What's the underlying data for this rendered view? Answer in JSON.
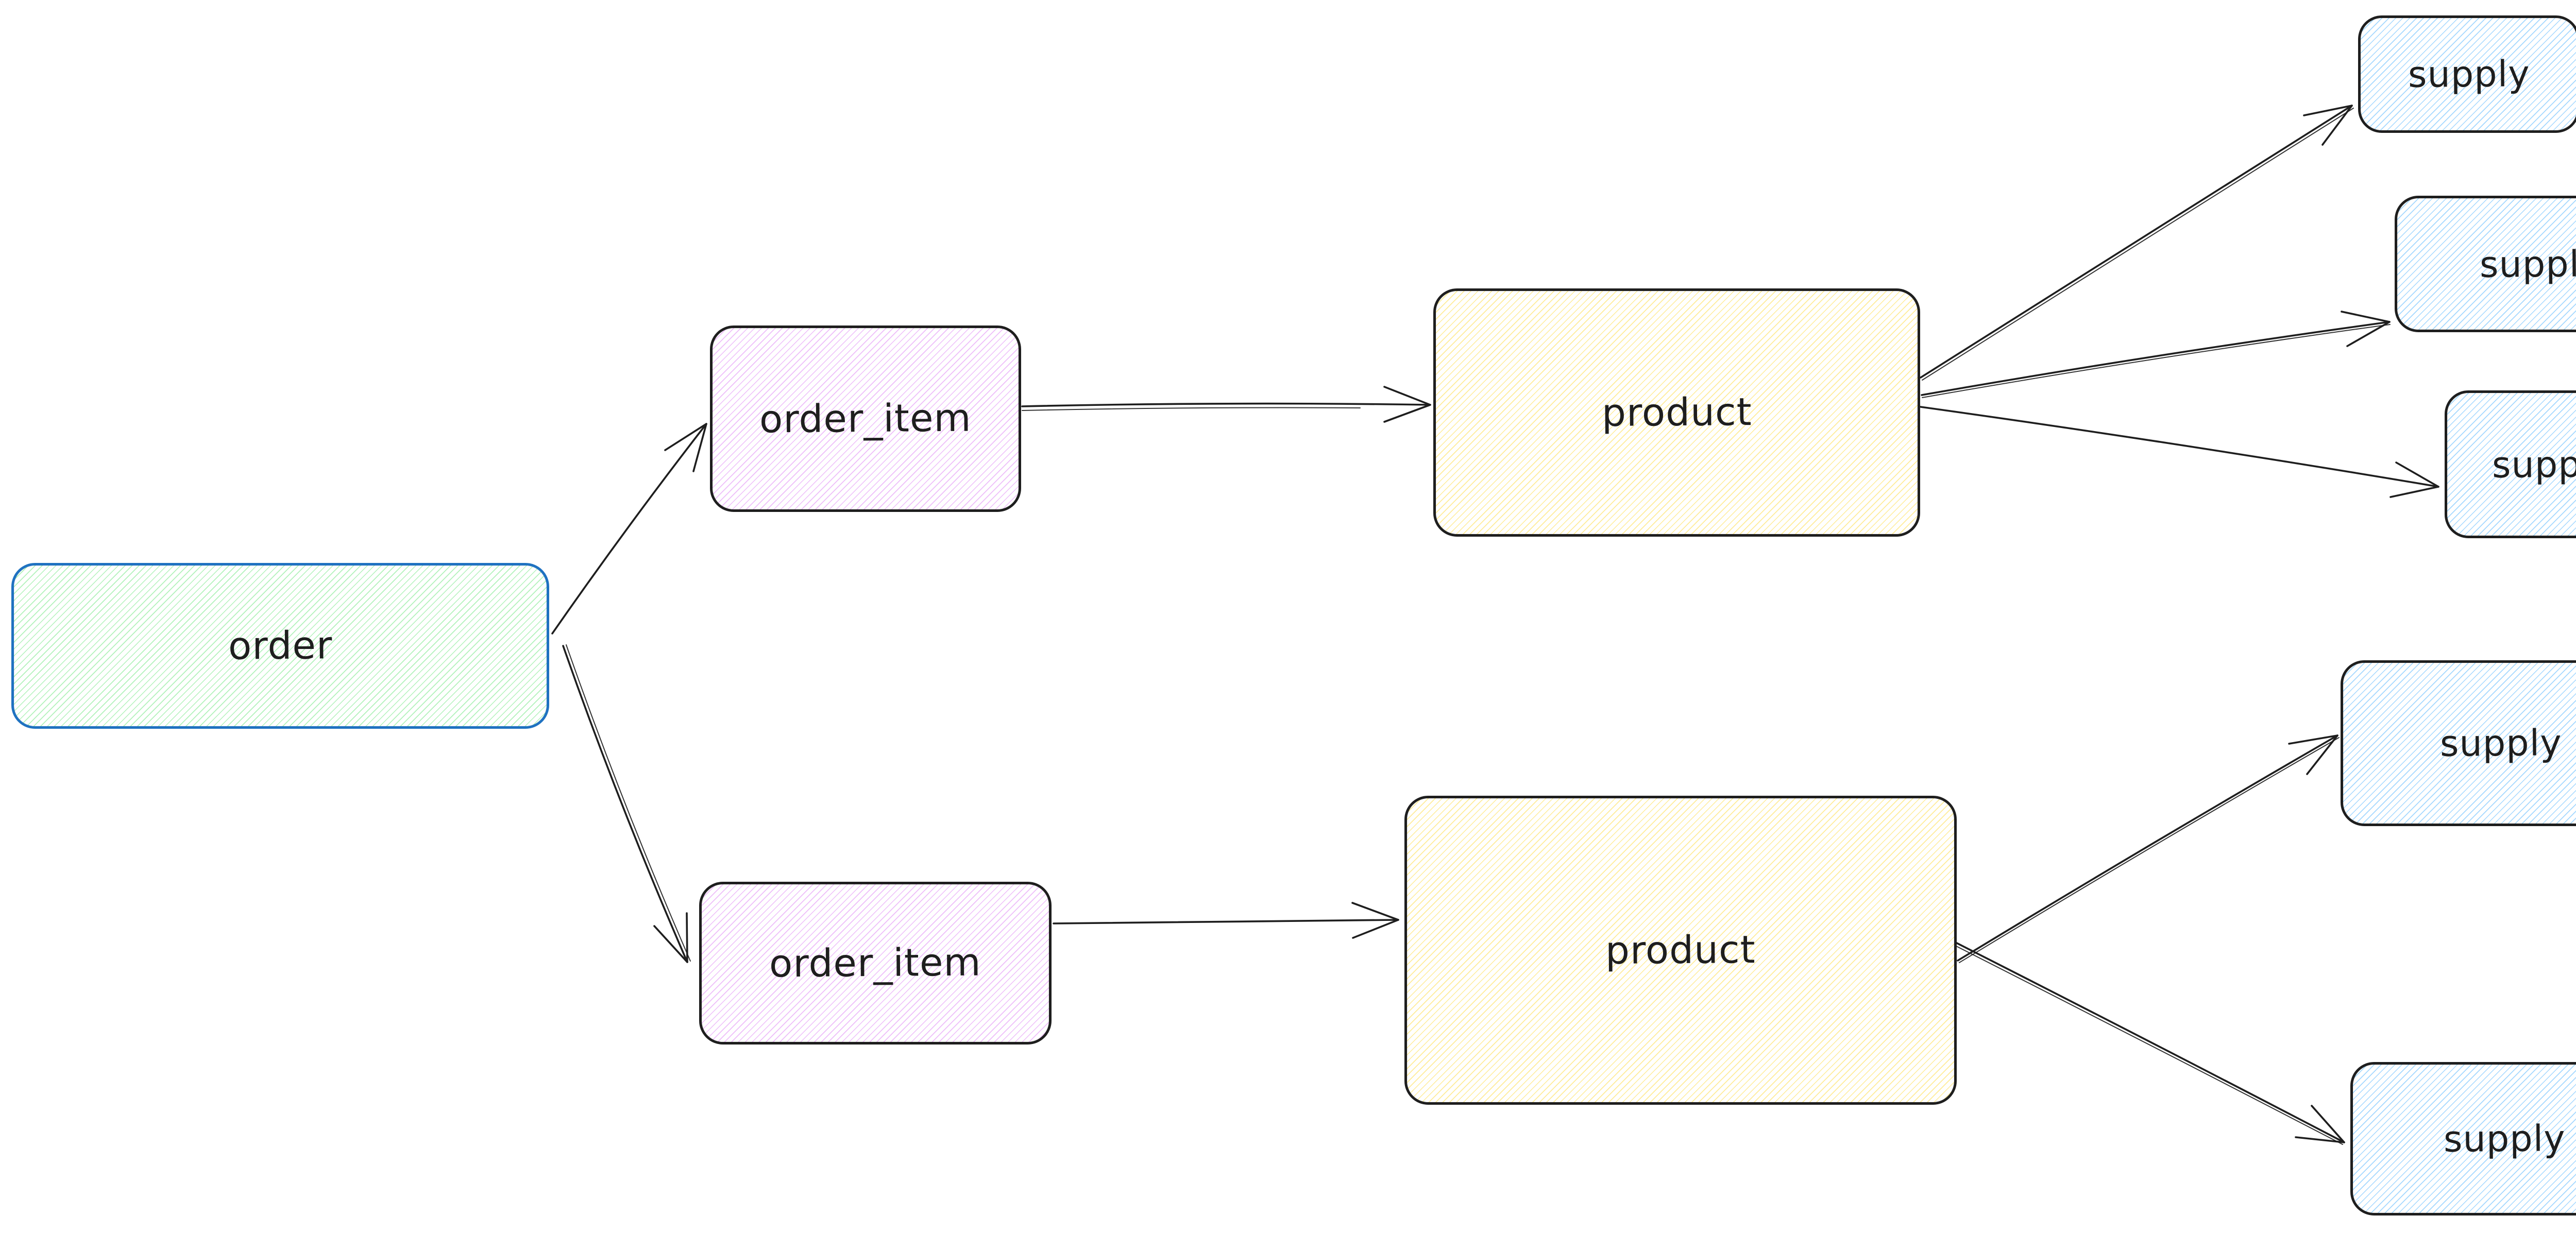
{
  "diagram": {
    "background": "#ffffff",
    "edge_color": "#1e1e1e",
    "text_color": "#1e1e1e",
    "nodes": [
      {
        "id": "order",
        "label": "order",
        "stroke": "#1f72c1",
        "fill": "#b2f2bb"
      },
      {
        "id": "order_item_1",
        "label": "order_item",
        "stroke": "#1e1e1e",
        "fill": "#eebefa"
      },
      {
        "id": "product_1",
        "label": "product",
        "stroke": "#1e1e1e",
        "fill": "#ffec99"
      },
      {
        "id": "supply_1",
        "label": "supply",
        "stroke": "#1e1e1e",
        "fill": "#a5d8ff"
      },
      {
        "id": "supply_2",
        "label": "supply",
        "stroke": "#1e1e1e",
        "fill": "#a5d8ff"
      },
      {
        "id": "supply_3",
        "label": "supply",
        "stroke": "#1e1e1e",
        "fill": "#a5d8ff"
      },
      {
        "id": "order_item_2",
        "label": "order_item",
        "stroke": "#1e1e1e",
        "fill": "#eebefa"
      },
      {
        "id": "product_2",
        "label": "product",
        "stroke": "#1e1e1e",
        "fill": "#ffec99"
      },
      {
        "id": "supply_4",
        "label": "supply",
        "stroke": "#1e1e1e",
        "fill": "#a5d8ff"
      },
      {
        "id": "supply_5",
        "label": "supply",
        "stroke": "#1e1e1e",
        "fill": "#a5d8ff"
      }
    ],
    "edges": [
      {
        "from": "order",
        "to": "order_item_1"
      },
      {
        "from": "order",
        "to": "order_item_2"
      },
      {
        "from": "order_item_1",
        "to": "product_1"
      },
      {
        "from": "product_1",
        "to": "supply_1"
      },
      {
        "from": "product_1",
        "to": "supply_2"
      },
      {
        "from": "product_1",
        "to": "supply_3"
      },
      {
        "from": "order_item_2",
        "to": "product_2"
      },
      {
        "from": "product_2",
        "to": "supply_4"
      },
      {
        "from": "product_2",
        "to": "supply_5"
      }
    ]
  }
}
